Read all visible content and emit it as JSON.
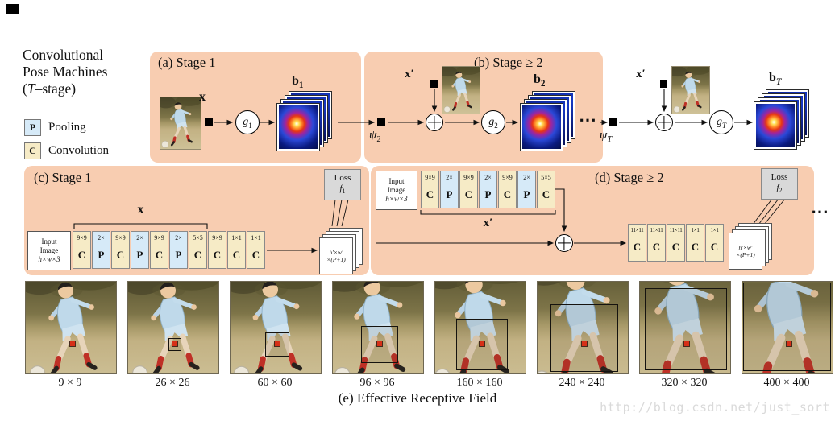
{
  "title": {
    "line1": "Convolutional",
    "line2": "Pose Machines",
    "stage_open": "(",
    "stage_var": "T",
    "stage_rest": "–stage)"
  },
  "legend": {
    "pool": {
      "symbol": "P",
      "label": "Pooling"
    },
    "conv": {
      "symbol": "C",
      "label": "Convolution"
    }
  },
  "panel_a": {
    "label": "(a) Stage 1",
    "x_label": "x",
    "g": {
      "base": "g",
      "sub": "1"
    },
    "b": {
      "base": "b",
      "sub": "1"
    }
  },
  "panel_b": {
    "label": "(b) Stage ≥ 2",
    "x2_label": "x′",
    "psi2": {
      "base": "ψ",
      "sub": "2"
    },
    "g2": {
      "base": "g",
      "sub": "2"
    },
    "b2": {
      "base": "b",
      "sub": "2"
    },
    "dots": "⋯",
    "psiT": {
      "base": "ψ",
      "sub": "T"
    },
    "xT_label": "x′",
    "gT": {
      "base": "g",
      "sub": "T"
    },
    "bT": {
      "base": "b",
      "sub": "T"
    }
  },
  "panel_c": {
    "label": "(c) Stage 1",
    "input_box": {
      "line1": "Input",
      "line2": "Image",
      "line3": "h×w×3"
    },
    "x_brace_label": "x",
    "blocks": [
      {
        "size": "9×9",
        "type": "C"
      },
      {
        "size": "2×",
        "type": "P"
      },
      {
        "size": "9×9",
        "type": "C"
      },
      {
        "size": "2×",
        "type": "P"
      },
      {
        "size": "9×9",
        "type": "C"
      },
      {
        "size": "2×",
        "type": "P"
      },
      {
        "size": "5×5",
        "type": "C"
      },
      {
        "size": "9×9",
        "type": "C"
      },
      {
        "size": "1×1",
        "type": "C"
      },
      {
        "size": "1×1",
        "type": "C"
      }
    ],
    "output_box": {
      "line1": "h′×w′",
      "line2": "×(P+1)"
    },
    "loss": {
      "label": "Loss",
      "f_base": "f",
      "f_sub": "1"
    }
  },
  "panel_d": {
    "label": "(d) Stage ≥ 2",
    "input_box": {
      "line1": "Input",
      "line2": "Image",
      "line3": "h×w×3"
    },
    "x_brace_label": "x′",
    "blocks_top": [
      {
        "size": "9×9",
        "type": "C"
      },
      {
        "size": "2×",
        "type": "P"
      },
      {
        "size": "9×9",
        "type": "C"
      },
      {
        "size": "2×",
        "type": "P"
      },
      {
        "size": "9×9",
        "type": "C"
      },
      {
        "size": "2×",
        "type": "P"
      },
      {
        "size": "5×5",
        "type": "C"
      }
    ],
    "blocks_bottom": [
      {
        "size": "11×11",
        "type": "C"
      },
      {
        "size": "11×11",
        "type": "C"
      },
      {
        "size": "11×11",
        "type": "C"
      },
      {
        "size": "1×1",
        "type": "C"
      },
      {
        "size": "1×1",
        "type": "C"
      }
    ],
    "output_box": {
      "line1": "h′×w′",
      "line2": "×(P+1)"
    },
    "loss": {
      "label": "Loss",
      "f_base": "f",
      "f_sub": "2"
    },
    "dots": "⋯"
  },
  "erf": {
    "caption": "(e) Effective Receptive Field",
    "items": [
      {
        "label": "9 × 9"
      },
      {
        "label": "26 × 26"
      },
      {
        "label": "60 × 60"
      },
      {
        "label": "96 × 96"
      },
      {
        "label": "160 × 160"
      },
      {
        "label": "240 × 240"
      },
      {
        "label": "320 × 320"
      },
      {
        "label": "400 × 400"
      }
    ]
  },
  "watermark": "http://blog.csdn.net/just_sort",
  "colors": {
    "panel_bg": "#f8cdb1",
    "pool_fill": "#d6eaf8",
    "conv_fill": "#f6ebc6",
    "loss_fill": "#d9d9d9",
    "heatmap_blue": "#0c2496",
    "marker_red": "#d63018"
  }
}
